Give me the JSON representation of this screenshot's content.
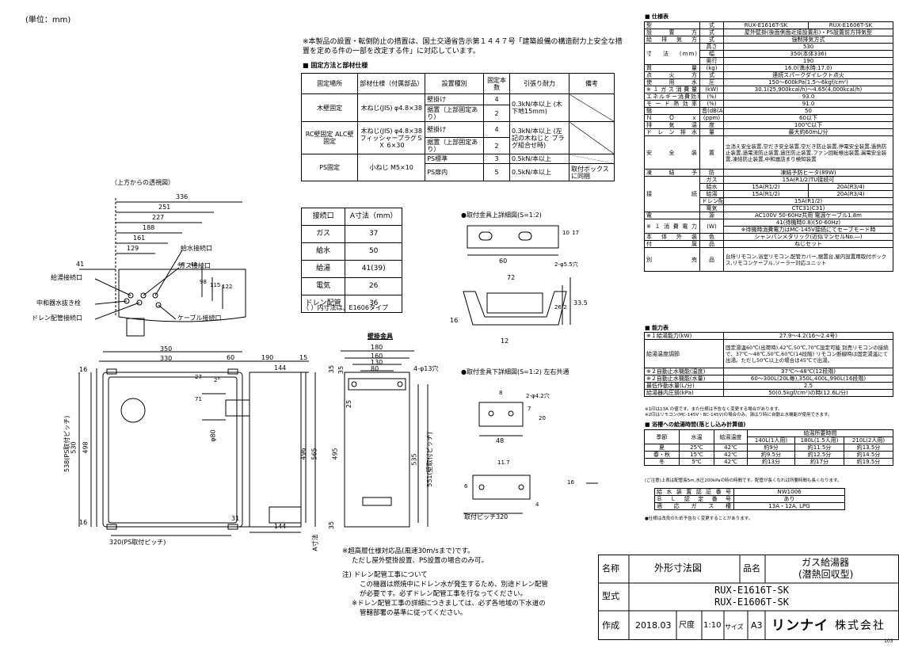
{
  "unit_note": "(単位：mm)",
  "notice": "※本製品の設置・転倒防止の措置は、国土交通省告示第１４４７号「建築設備の構造耐力上安全な措置を定める件の一部を改定する件」に対応しています。",
  "fixing_title": "■ 固定方法と部材仕様",
  "fixing": {
    "headers": [
      "固定場所",
      "部材仕様（付属部品）",
      "設置種別",
      "固定本数",
      "引張り耐力",
      "備考"
    ],
    "rows": [
      [
        "木壁固定",
        "木ねじ(JIS) φ4.8×38",
        "壁掛け",
        "4",
        "0.3kN/本以上 (木下地15mm)",
        ""
      ],
      [
        "",
        "",
        "据置（上部固定あり）",
        "2",
        "",
        ""
      ],
      [
        "RC壁固定 ALC壁固定",
        "木ねじ(JIS) φ4.8×38 フィッシャープラグＳＸ 6×30",
        "壁掛け",
        "4",
        "0.3kN/本以上 (左記の木ねじと プラグ組合せ時)",
        ""
      ],
      [
        "",
        "",
        "据置（上部固定あり）",
        "2",
        "",
        ""
      ],
      [
        "PS固定",
        "小ねじ M5×10",
        "PS標準",
        "3",
        "0.5kN/本以上",
        ""
      ],
      [
        "",
        "",
        "PS扉内",
        "5",
        "0.5kN/本以上",
        "取付ボックス に同梱"
      ]
    ]
  },
  "a_table": {
    "headers": [
      "接続口",
      "A寸法（mm）"
    ],
    "rows": [
      [
        "ガス",
        "37"
      ],
      [
        "給水",
        "50"
      ],
      [
        "給湯",
        "41(39)"
      ],
      [
        "電気",
        "26"
      ],
      [
        "ドレン配管",
        "36"
      ]
    ],
    "note": "（ ）内寸法は、E1606タイプ"
  },
  "top_view": {
    "title": "（上方からの透視図）",
    "dims": [
      "336",
      "251",
      "227",
      "188",
      "161",
      "129",
      "41",
      "46",
      "48",
      "98",
      "115",
      "122"
    ],
    "labels": {
      "water_in": "給水接続口",
      "gas": "ガス接続口",
      "hot_out": "給湯接続口",
      "neutral": "中和器水抜き栓",
      "drain": "ドレン配管接続口",
      "cable": "ケーブル接続口"
    }
  },
  "front_view": {
    "dims": [
      "350",
      "330",
      "16",
      "530",
      "498",
      "538(PS取付ピッチ)",
      "16",
      "320(PS取付ピッチ)",
      "27",
      "71",
      "2°"
    ]
  },
  "side_view": {
    "dims": [
      "60",
      "190",
      "15",
      "144",
      "φ80",
      "31",
      "144",
      "35",
      "496",
      "565",
      "495",
      "25",
      "A寸法",
      "35"
    ]
  },
  "bracket_view": {
    "title": "壁掛金具",
    "dims": [
      "180",
      "160",
      "130",
      "80",
      "4-φ13穴",
      "35",
      "535",
      "551(壁取付ピッチ)"
    ]
  },
  "detail_upper": {
    "title": "●取付金具上詳細図(S=1:2)",
    "dims": [
      "10",
      "17",
      "60",
      "2-φ5.5穴",
      "72",
      "33.5",
      "26.2",
      "16",
      "12"
    ]
  },
  "detail_lower": {
    "title": "●取付金具下詳細図(S=1:2) 左右共通",
    "dims": [
      "8",
      "2-φ4.2穴",
      "7",
      "20",
      "48",
      "11.7",
      "6",
      "16",
      "4"
    ],
    "pitch": "取付ピッチ320"
  },
  "notes": [
    "※超高層仕様対応品(風速30m/sまで)です。",
    "ただし屋外壁掛設置、PS設置の場合のみ可。",
    "注) ドレン配管工事について",
    "この機器は燃焼中にドレン水が発生するため、別途ドレン配管",
    "が必要です。必ずドレン配管工事を行なってください。",
    "※ドレン配管工事の詳細につきましては、必ず各地域の下水道の",
    "管轄部署の基準に従ってください。"
  ],
  "spec": {
    "title": "■ 仕様表",
    "rows": [
      [
        "型",
        "式",
        "RUX-E1616T-SK",
        "RUX-E1606T-SK"
      ],
      [
        "設置方",
        "式",
        "屋外壁掛(後面側面近接設置形)・PS設置前方排気型",
        ""
      ],
      [
        "給排気方",
        "式",
        "強制排気方式",
        ""
      ],
      [
        "寸法(mm)",
        "高さ",
        "530",
        ""
      ],
      [
        "",
        "幅",
        "350(本体336)",
        ""
      ],
      [
        "",
        "奥行",
        "190",
        ""
      ],
      [
        "質量",
        "(kg)",
        "16.0(満水時:17.0)",
        ""
      ],
      [
        "点火方",
        "式",
        "連続スパークダイレクト点火",
        ""
      ],
      [
        "使用水",
        "圧",
        "150〜600kPa(1.5〜6kgf/cm²)",
        ""
      ],
      [
        "※１ガス消費量",
        "(kW)",
        "30.1(25,900kcal/h)〜4.65(4,000kcal/h)",
        ""
      ],
      [
        "エネルギー消費効率",
        "(%)",
        "93.0",
        ""
      ],
      [
        "モード熱効率",
        "(%)",
        "91.0",
        ""
      ],
      [
        "騒",
        "音(dB(A))",
        "50",
        ""
      ],
      [
        "ＮＯｘ",
        "(ppm)",
        "60以下",
        ""
      ],
      [
        "排気温",
        "度",
        "100℃以下",
        ""
      ],
      [
        "ドレン排水",
        "量",
        "最大約60mL/分",
        ""
      ],
      [
        "安全装",
        "置",
        "立消え安全装置,空だき安全装置,空だき防止装置,停電安全装置,過熱防止装置,過電流防止装置,過圧防止装置,ファン回転検出装置,漏電安全装置,凍結防止装置,中和器詰まり検知装置",
        ""
      ],
      [
        "凍結予",
        "防",
        "凍結予防ヒータ(89W)",
        ""
      ],
      [
        "接続",
        "ガス",
        "15A(R1/2)TU接続可",
        ""
      ],
      [
        "",
        "給水",
        "15A(R1/2)",
        "20A(R3/4)"
      ],
      [
        "",
        "給湯",
        "15A(R1/2)",
        "20A(R3/4)"
      ],
      [
        "",
        "ドレン配管",
        "15A(R1/2)",
        ""
      ],
      [
        "",
        "電気",
        "CTC31(C31)",
        ""
      ],
      [
        "電",
        "源",
        "AC100V 50-60Hz共用 電源ケーブル1.8m",
        ""
      ],
      [
        "※１消費電力",
        "(W)",
        "41(待機時0.8)(50-60Hz)",
        ""
      ],
      [
        "",
        "",
        "※待機時消費電力はMC-145V接続にてセーブモード時",
        ""
      ],
      [
        "本体外装",
        "色",
        "シャンパンメタリック(近似マンセルNo.―)",
        ""
      ],
      [
        "付属",
        "品",
        "ねじセット",
        ""
      ],
      [
        "別売",
        "品",
        "台所リモコン,浴室リモコン,配管カバー,据置台,屋内設置用取付ボックス,リモコンケーブル,ソーラー対応ユニット",
        ""
      ]
    ]
  },
  "capability": {
    "title": "■ 能力表",
    "rows": [
      [
        "※１給湯能力(kW)",
        "27.9〜4.2(16〜2.4号)"
      ],
      [
        "給湯温度調節",
        "固定湯温60℃(出荷時),42℃,50℃,70℃設定可能 別売リモコンの接続で、37℃〜48℃,50℃,60℃(14段階) リモコン断線時は固定湯温にて出湯。ただし50℃以上の場合は45℃で出湯。"
      ],
      [
        "※２自動止水機能(温度)",
        "37℃〜48℃(12段階)"
      ],
      [
        "※２自動止水機能(水量)",
        "60〜300L(20L毎),350L,400L,990L(16段階)"
      ],
      [
        "最低作動水量(L/分)",
        "2.5"
      ],
      [
        "給湯器内圧損(kPa)",
        "50(0.5kgf/cm²)の時(12.6L/分)"
      ]
    ],
    "footnotes": [
      "※1印は13A の値です。また仕様は予告なく変更する場合があります。",
      "※2印はリモコン(MC-145V・BC-145V)の場合のみ。湯はり時に自動止水機能が使用できます。"
    ]
  },
  "bath": {
    "title": "■ 浴槽への給湯時間(落とし込み計算値)",
    "headers": [
      "季節",
      "水温",
      "給湯温度",
      "給湯所要時間"
    ],
    "subheaders": [
      "140L(1人用)",
      "180L(1.5人用)",
      "210L(2人用)"
    ],
    "rows": [
      [
        "夏",
        "25℃",
        "42℃",
        "約9分",
        "約11.5分",
        "約13.5分"
      ],
      [
        "春・秋",
        "15℃",
        "42℃",
        "約9.5分",
        "約12.5分",
        "約14.5分"
      ],
      [
        "冬",
        "5℃",
        "42℃",
        "約13分",
        "約17分",
        "約19.5分"
      ]
    ],
    "note": "(ご注意)上表は配管長5m,水圧200kPaの時の時間です。配管が長くなれば所要時間も長くなります。"
  },
  "cert": {
    "rows": [
      [
        "給水装置認証番号",
        "NW1006"
      ],
      [
        "ＢＬ認定番号",
        "あり"
      ],
      [
        "適応ガス種",
        "13A・12A, LPG"
      ]
    ],
    "note": "●仕様は改良のため予告なく変更することがあります。"
  },
  "title_block": {
    "name_label": "名称",
    "name": "外形寸法図",
    "product_label": "品名",
    "product_1": "ガス給湯器",
    "product_2": "(潜熱回収型)",
    "model_label": "型式",
    "model_1": "RUX-E1616T-SK",
    "model_2": "RUX-E1606T-SK",
    "made_label": "作成",
    "date": "2018.03",
    "scale_label": "尺度",
    "scale": "1:10",
    "size_label": "サイズ",
    "size": "A3",
    "maker": "リンナイ",
    "company": "株式会社",
    "page_no": "103"
  }
}
